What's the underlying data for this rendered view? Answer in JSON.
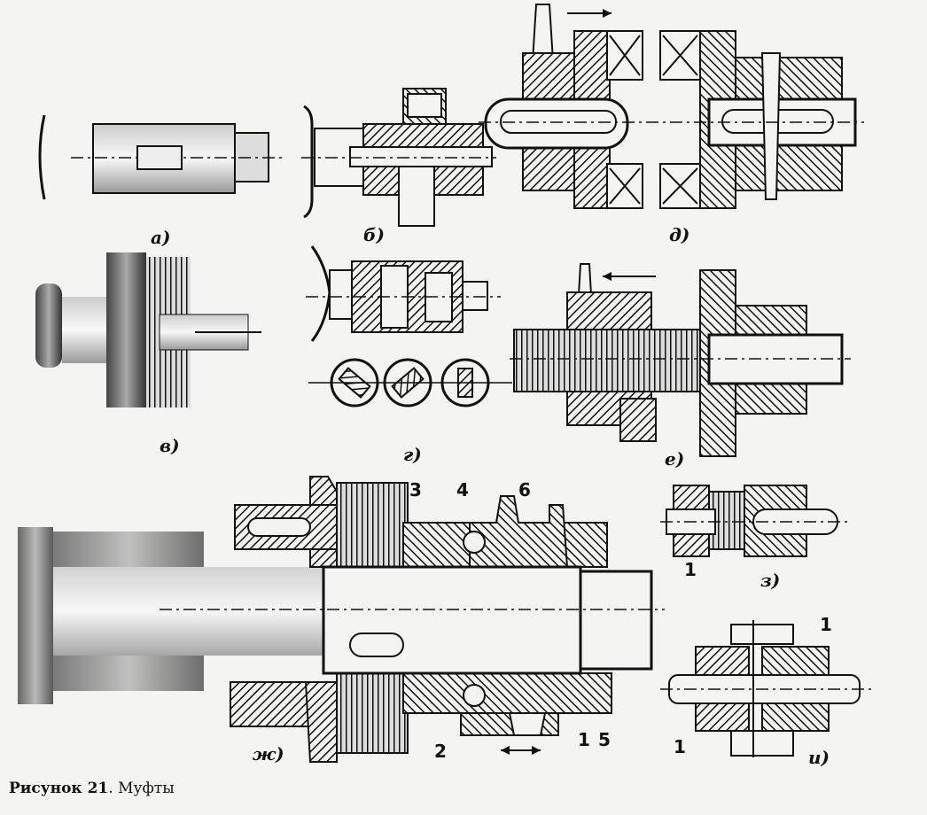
{
  "caption": {
    "figure_number": "Рисунок 21",
    "separator": ". ",
    "title": "Муфты"
  },
  "labels": {
    "a": "а)",
    "b": "б)",
    "v": "в)",
    "g": "г)",
    "d": "д)",
    "e": "е)",
    "zh": "ж)",
    "z": "з)",
    "i": "и)"
  },
  "numbers": {
    "n1_zh": "1",
    "n2_zh": "2",
    "n3_zh": "3",
    "n4_zh": "4",
    "n5_zh": "5",
    "n6_zh": "6",
    "n1_z": "1",
    "n1_i_top": "1",
    "n1_i_bottom": "1"
  },
  "colors": {
    "ink": "#111111",
    "paper": "#f4f4f2",
    "shade": "#8a8a8a"
  }
}
